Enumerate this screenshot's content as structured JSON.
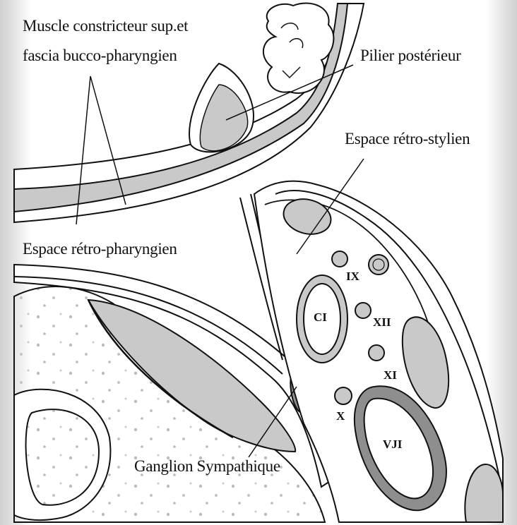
{
  "labels": {
    "muscle_line1": "Muscle constricteur sup.et",
    "muscle_line2": "fascia bucco-pharyngien",
    "pilier": "Pilier postérieur",
    "retro_stylien": "Espace rétro-stylien",
    "retro_pharyngien": "Espace rétro-pharyngien",
    "ganglion": "Ganglion Sympathique",
    "ix": "IX",
    "ci": "CI",
    "xii": "XII",
    "xi": "XI",
    "x": "X",
    "vji": "VJI"
  },
  "colors": {
    "fill_gray": "#c9c9c9",
    "fill_dark": "#8e8e8e",
    "stroke": "#111111",
    "background": "#ffffff"
  }
}
